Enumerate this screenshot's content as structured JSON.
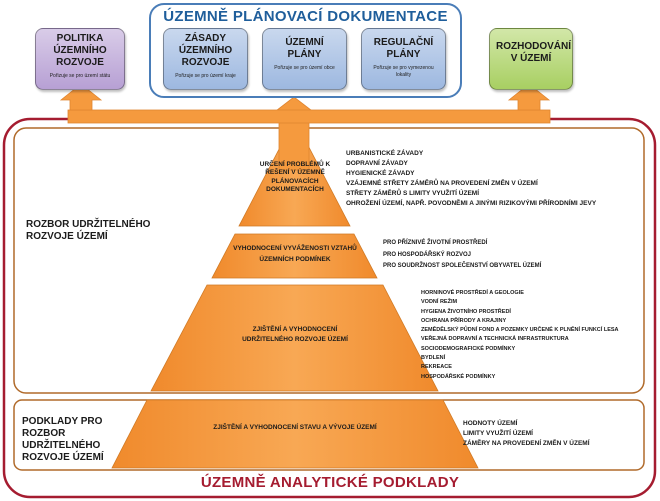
{
  "upd": {
    "title": "ÚZEMNĚ PLÁNOVACÍ DOKUMENTACE",
    "items": [
      {
        "title": "ZÁSADY ÚZEMNÍHO ROZVOJE",
        "sub": "Pořizuje se pro území kraje"
      },
      {
        "title": "ÚZEMNÍ PLÁNY",
        "sub": "Pořizuje se pro území obce"
      },
      {
        "title": "REGULAČNÍ PLÁNY",
        "sub": "Pořizuje se pro vymezenou lokality"
      }
    ]
  },
  "politika": {
    "title": "POLITIKA ÚZEMNÍHO ROZVOJE",
    "sub": "Pořizuje se pro území státu"
  },
  "rozhodovani": {
    "title": "ROZHODOVÁNÍ V ÚZEMÍ"
  },
  "uap": {
    "title": "ÚZEMNĚ ANALYTICKÉ PODKLADY"
  },
  "rozbor": {
    "title": "ROZBOR UDRŽITELNÉHO ROZVOJE ÚZEMÍ"
  },
  "podklady": {
    "title": "PODKLADY PRO ROZBOR UDRŽITELNÉHO ROZVOJE ÚZEMÍ"
  },
  "pyramid": {
    "top": "URČENÍ PROBLÉMŮ K ŘEŠENÍ V ÚZEMNĚ PLÁNOVACÍCH DOKUMENTACÍCH",
    "second": "VYHODNOCENÍ VYVÁŽENOSTI VZTAHŮ ÚZEMNÍCH PODMÍNEK",
    "third": "ZJIŠTĚNÍ A VYHODNOCENÍ UDRŽITELNÉHO ROZVOJE ÚZEMÍ",
    "base": "ZJIŠTĚNÍ A VYHODNOCENÍ STAVU A VÝVOJE ÚZEMÍ"
  },
  "lists": {
    "top": [
      "URBANISTICKÉ ZÁVADY",
      "DOPRAVNÍ ZÁVADY",
      "HYGIENICKÉ ZÁVADY",
      "VZÁJEMNÉ STŘETY ZÁMĚRŮ NA PROVEDENÍ ZMĚN V ÚZEMÍ",
      "STŘETY ZÁMĚRŮ S LIMITY VYUŽITÍ ÚZEMÍ",
      "OHROŽENÍ ÚZEMÍ, NAPŘ. POVODNĚMI A JINÝMI RIZIKOVÝMI PŘÍRODNÍMI JEVY"
    ],
    "second": [
      "PRO PŘÍZNIVÉ ŽIVOTNÍ PROSTŘEDÍ",
      "PRO HOSPODÁŘSKÝ ROZVOJ",
      "PRO SOUDRŽNOST SPOLEČENSTVÍ OBYVATEL ÚZEMÍ"
    ],
    "third": [
      "HORNINOVÉ PROSTŘEDÍ A GEOLOGIE",
      "VODNÍ REŽIM",
      "HYGIENA ŽIVOTNÍHO PROSTŘEDÍ",
      "OCHRANA PŘÍRODY A KRAJINY",
      "ZEMĚDĚLSKÝ PŮDNÍ FOND A POZEMKY URČENÉ K PLNĚNÍ FUNKCÍ LESA",
      "VEŘEJNÁ DOPRAVNÍ A TECHNICKÁ INFRASTRUKTURA",
      "SOCIODEMOGRAFICKÉ PODMÍNKY",
      "BYDLENÍ",
      "REKREACE",
      "HOSPODÁŘSKÉ PODMÍNKY"
    ],
    "base": [
      "HODNOTY ÚZEMÍ",
      "LIMITY VYUŽITÍ ÚZEMÍ",
      "ZÁMĚRY NA PROVEDENÍ ZMĚN V ÚZEMÍ"
    ]
  },
  "colors": {
    "orange": "#F59A3E",
    "dark_red": "#A51C30",
    "blue_border": "#4A7DB8",
    "purple": "#BFA9D8",
    "blue": "#A7C1E5",
    "green": "#B6D77A",
    "frame": "#B06A2A"
  }
}
